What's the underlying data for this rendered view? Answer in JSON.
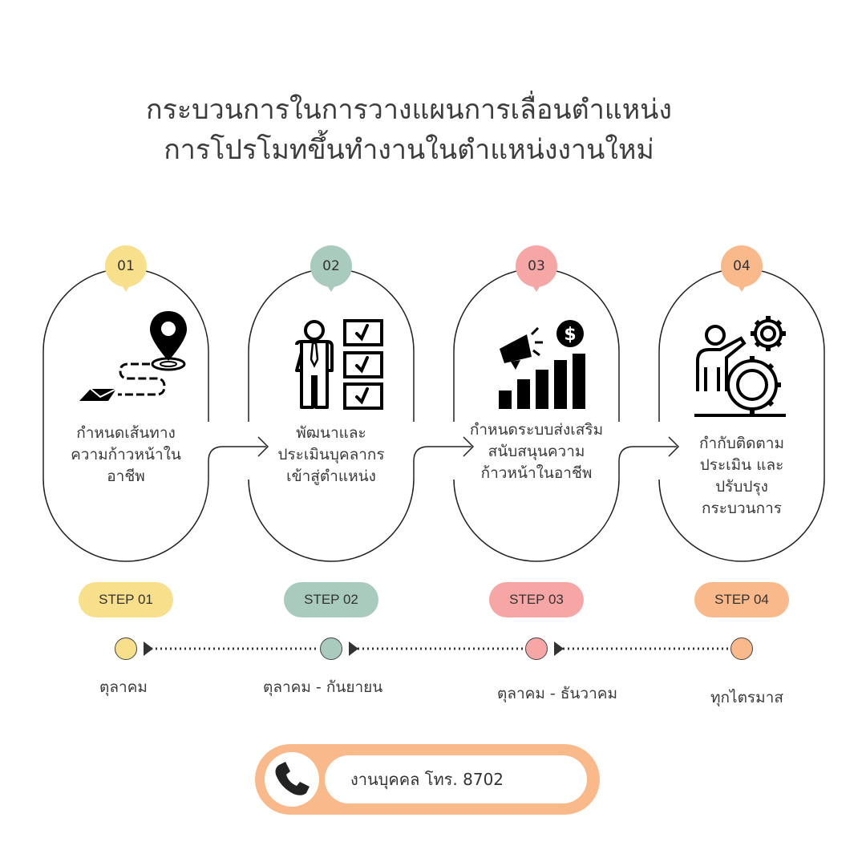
{
  "title": {
    "line1": "กระบวนการในการวางแผนการเลื่อนตำแหน่ง",
    "line2": "การโปรโมทขึ้นทำงานในตำแหน่งงานใหม่"
  },
  "colors": {
    "step1": "#f7df8c",
    "step2": "#a9cbbd",
    "step3": "#f7a6a6",
    "step4": "#f9b98a"
  },
  "steps": [
    {
      "number": "01",
      "icon": "route-location-pin-icon",
      "description": [
        "กำหนดเส้นทาง",
        "ความก้าวหน้าใน",
        "อาชีพ"
      ],
      "label": "STEP 01",
      "period": "ตุลาคม"
    },
    {
      "number": "02",
      "icon": "employee-checklist-icon",
      "description": [
        "พัฒนาและ",
        "ประเมินบุคลากร",
        "เข้าสู่ตำแหน่ง"
      ],
      "label": "STEP 02",
      "period": "ตุลาคม - กันยายน"
    },
    {
      "number": "03",
      "icon": "megaphone-growth-chart-icon",
      "description": [
        "กำหนดระบบส่งเสริม",
        "สนับสนุนความ",
        "ก้าวหน้าในอาชีพ"
      ],
      "label": "STEP 03",
      "period": "ตุลาคม - ธันวาคม"
    },
    {
      "number": "04",
      "icon": "person-gears-icon",
      "description": [
        "กำกับติดตาม",
        "ประเมิน และ",
        "ปรับปรุง",
        "กระบวนการ"
      ],
      "label": "STEP 04",
      "period": "ทุกไตรมาส"
    }
  ],
  "contact": {
    "icon": "phone-icon",
    "text": "งานบุคคล โทร. 8702"
  }
}
